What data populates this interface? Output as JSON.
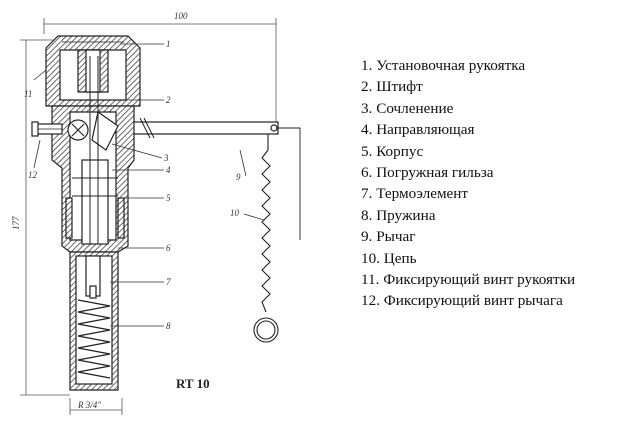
{
  "drawing": {
    "model_label": "RT 10",
    "dimension_top": "100",
    "dimension_side": "177",
    "dimension_thread": "R 3/4\"",
    "callouts": [
      "1",
      "2",
      "3",
      "4",
      "5",
      "6",
      "7",
      "8",
      "9",
      "10",
      "11",
      "12"
    ]
  },
  "legend": [
    "1. Установочная рукоятка",
    "2. Штифт",
    "3. Сочленение",
    "4. Направляющая",
    "5. Корпус",
    "6. Погружная гильза",
    "7. Термоэлемент",
    "8. Пружина",
    "9. Рычаг",
    "10. Цепь",
    "11. Фиксирующий винт рукоятки",
    "12. Фиксирующий винт рычага"
  ]
}
